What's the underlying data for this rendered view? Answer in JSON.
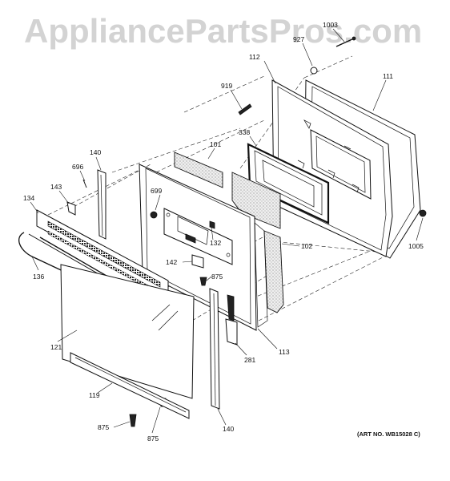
{
  "watermark": "AppliancePartsPros.com",
  "art_number": "(ART NO. WB15028 C)",
  "callouts": {
    "c1003": "1003",
    "c927": "927",
    "c112": "112",
    "c111": "111",
    "c919": "919",
    "c338": "338",
    "c101": "101",
    "c140_top": "140",
    "c696": "696",
    "c143": "143",
    "c699": "699",
    "c134": "134",
    "c132": "132",
    "c102": "102",
    "c1005": "1005",
    "c142": "142",
    "c875_mid": "875",
    "c136": "136",
    "c121": "121",
    "c113": "113",
    "c281": "281",
    "c119": "119",
    "c875_bl": "875",
    "c875_b": "875",
    "c140_bot": "140"
  }
}
